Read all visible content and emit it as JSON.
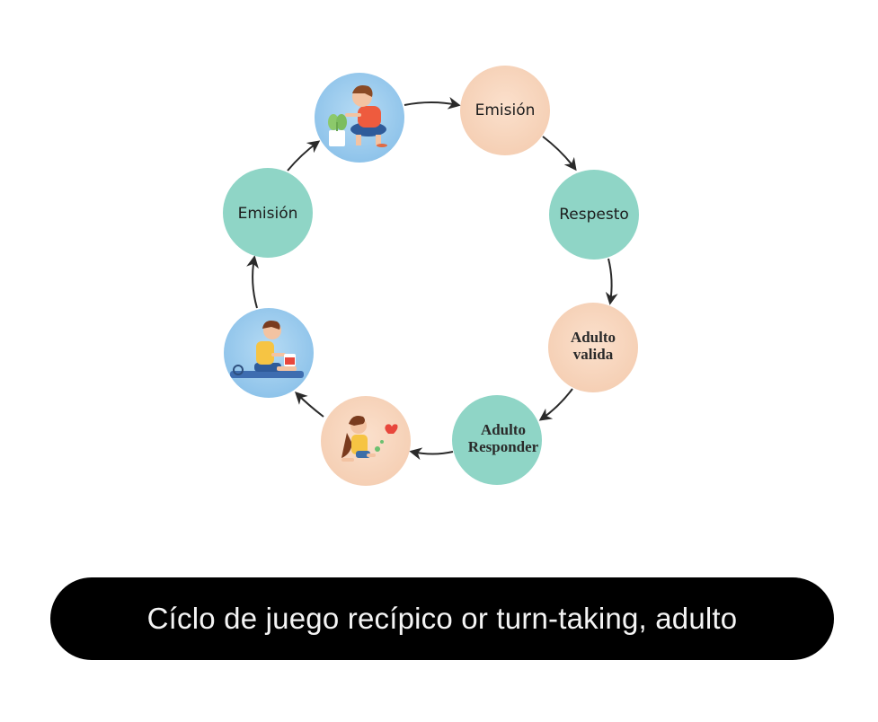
{
  "diagram": {
    "title": "Cíclo de juego recípico or turn-taking, adulto",
    "colors": {
      "peach": "#f7d3b9",
      "teal": "#8fd5c6",
      "sky": "#9fcdee",
      "arrow": "#2a2a2a",
      "caption_bg": "#000000",
      "caption_text": "#f4f4f4"
    },
    "nodes": [
      {
        "id": "child-plant",
        "type": "illustration",
        "icon": "child-with-plant-icon",
        "label": ""
      },
      {
        "id": "emision-1",
        "type": "text",
        "label": "Emisión"
      },
      {
        "id": "respesto",
        "type": "text",
        "label": "Respesto"
      },
      {
        "id": "adulto-valida",
        "type": "text",
        "label_line1": "Adulto",
        "label_line2": "valida"
      },
      {
        "id": "adulto-responder",
        "type": "text",
        "label_line1": "Adulto",
        "label_line2": "Responder"
      },
      {
        "id": "girl-playing",
        "type": "illustration",
        "icon": "girl-playing-icon",
        "label": ""
      },
      {
        "id": "child-sitting",
        "type": "illustration",
        "icon": "child-sitting-icon",
        "label": ""
      },
      {
        "id": "emision-2",
        "type": "text",
        "label": "Emisión"
      }
    ],
    "flow": "clockwise"
  }
}
